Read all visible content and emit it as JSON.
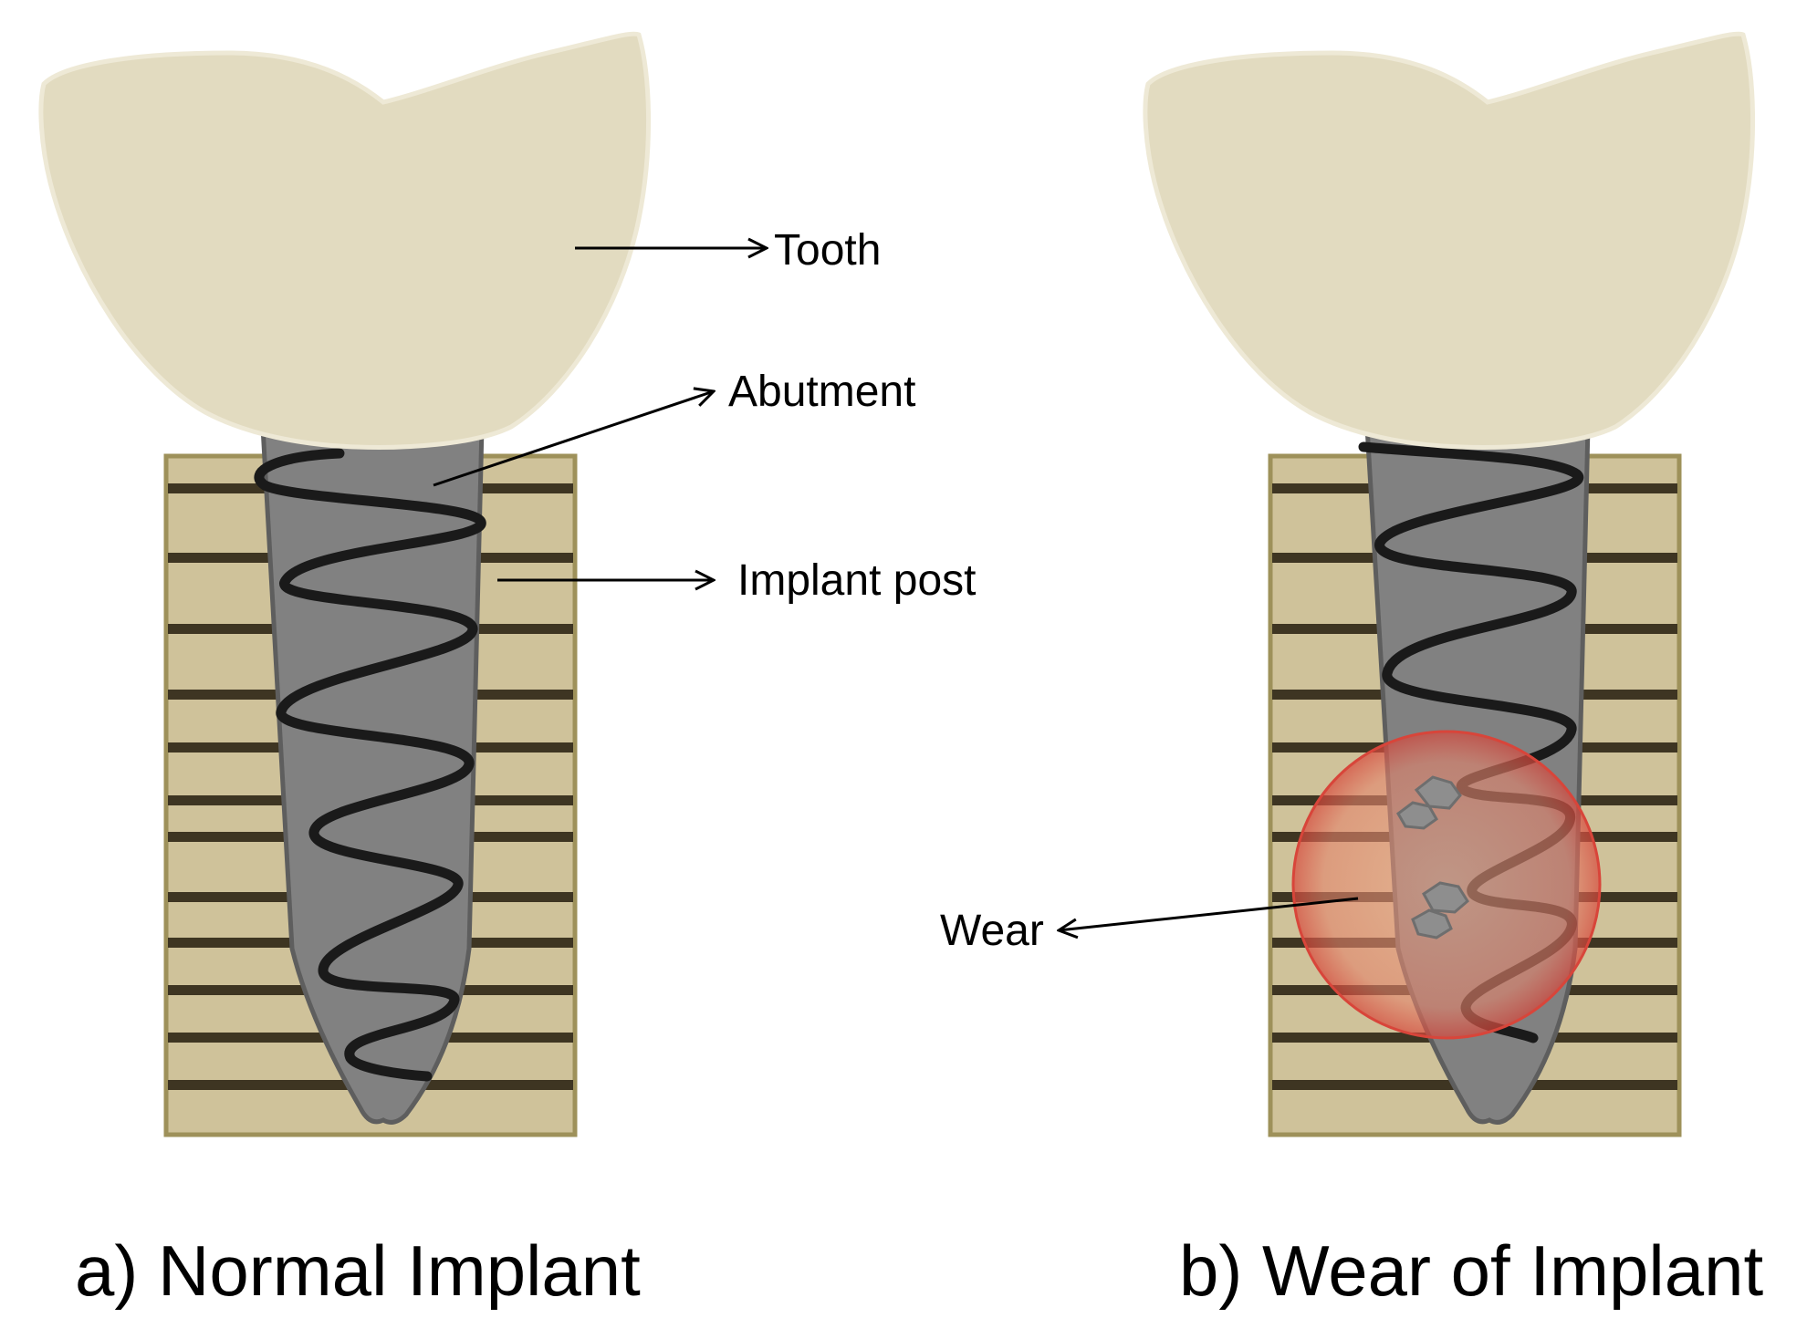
{
  "panels": [
    {
      "id": "normal",
      "caption": "a) Normal Implant",
      "labels": {
        "tooth": "Tooth",
        "abutment": "Abutment",
        "implant_post": "Implant post"
      }
    },
    {
      "id": "wear",
      "caption": "b) Wear of Implant",
      "labels": {
        "wear": "Wear"
      }
    }
  ],
  "colors": {
    "tooth": "#E2DBC0",
    "tooth_outline": "#EEE9D6",
    "bone": "#CFC29A",
    "bone_border": "#9E915A",
    "bone_stripes": "#3E3522",
    "implant": "#818181",
    "implant_outline": "#5E5E5E",
    "thread": "#1A1A1A",
    "wear_zone": "#E8826E",
    "wear_zone_edge": "#D8453A"
  }
}
